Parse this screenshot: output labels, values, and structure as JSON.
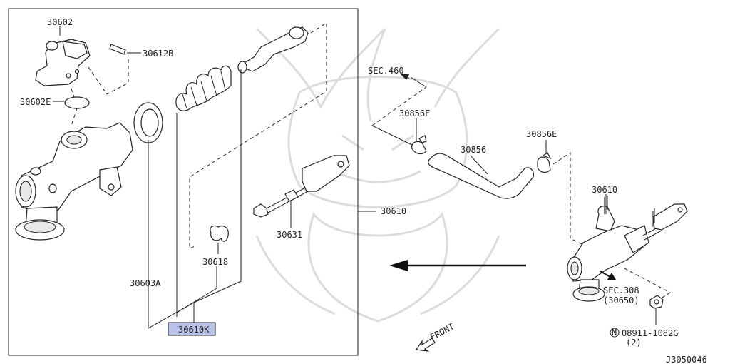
{
  "labels": {
    "part_30602": "30602",
    "part_30612B": "30612B",
    "part_30602E": "30602E",
    "part_30603A": "30603A",
    "part_30618": "30618",
    "part_30631": "30631",
    "part_30610K": "30610K",
    "part_30610_kit": "30610",
    "sec_460": "SEC.460",
    "part_30856E_left": "30856E",
    "part_30856": "30856",
    "part_30856E_right": "30856E",
    "part_30610_assembly": "30610",
    "sec_308": "SEC.308",
    "sec_308_ref": "(30650)",
    "bolt_number": "08911-1082G",
    "bolt_symbol": "N",
    "bolt_qty": "(2)",
    "front": "FRONT",
    "diagram_code": "J3050046"
  },
  "colors": {
    "highlight_fill": "#b9c3ea",
    "line": "#222222",
    "watermark": "#dcdcdc"
  }
}
